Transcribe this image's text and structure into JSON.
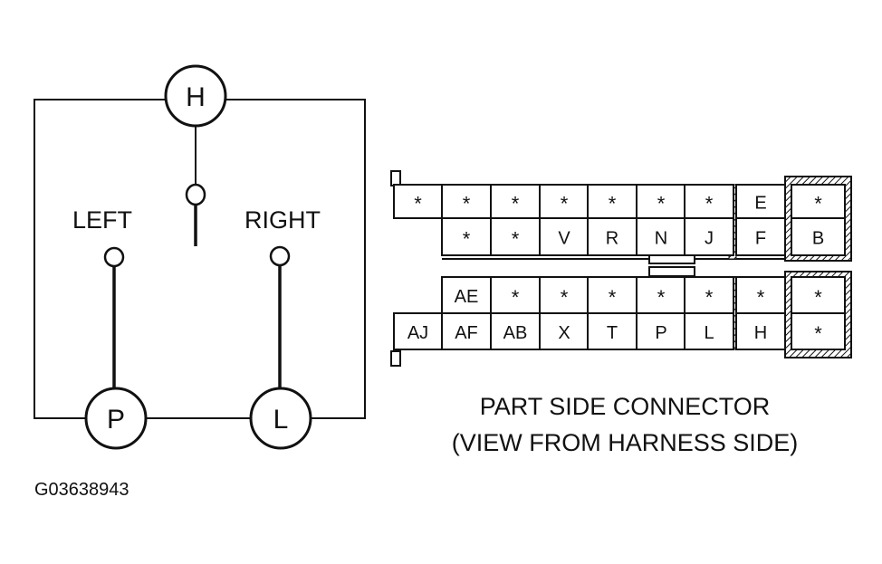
{
  "switch": {
    "terminals": {
      "top": "H",
      "bottom_left": "P",
      "bottom_right": "L"
    },
    "labels": {
      "left": "LEFT",
      "right": "RIGHT"
    }
  },
  "connector": {
    "caption_line1": "PART SIDE CONNECTOR",
    "caption_line2": "(VIEW FROM HARNESS SIDE)",
    "upper": {
      "row1": [
        "*",
        "*",
        "*",
        "*",
        "*",
        "*",
        "*",
        "E",
        "*"
      ],
      "row2": [
        "*",
        "*",
        "V",
        "R",
        "N",
        "J",
        "F",
        "B"
      ]
    },
    "lower": {
      "row1": [
        "AE",
        "*",
        "*",
        "*",
        "*",
        "*",
        "*",
        "*"
      ],
      "row2": [
        "AJ",
        "AF",
        "AB",
        "X",
        "T",
        "P",
        "L",
        "H",
        "*"
      ]
    }
  },
  "figure_id": "G03638943"
}
